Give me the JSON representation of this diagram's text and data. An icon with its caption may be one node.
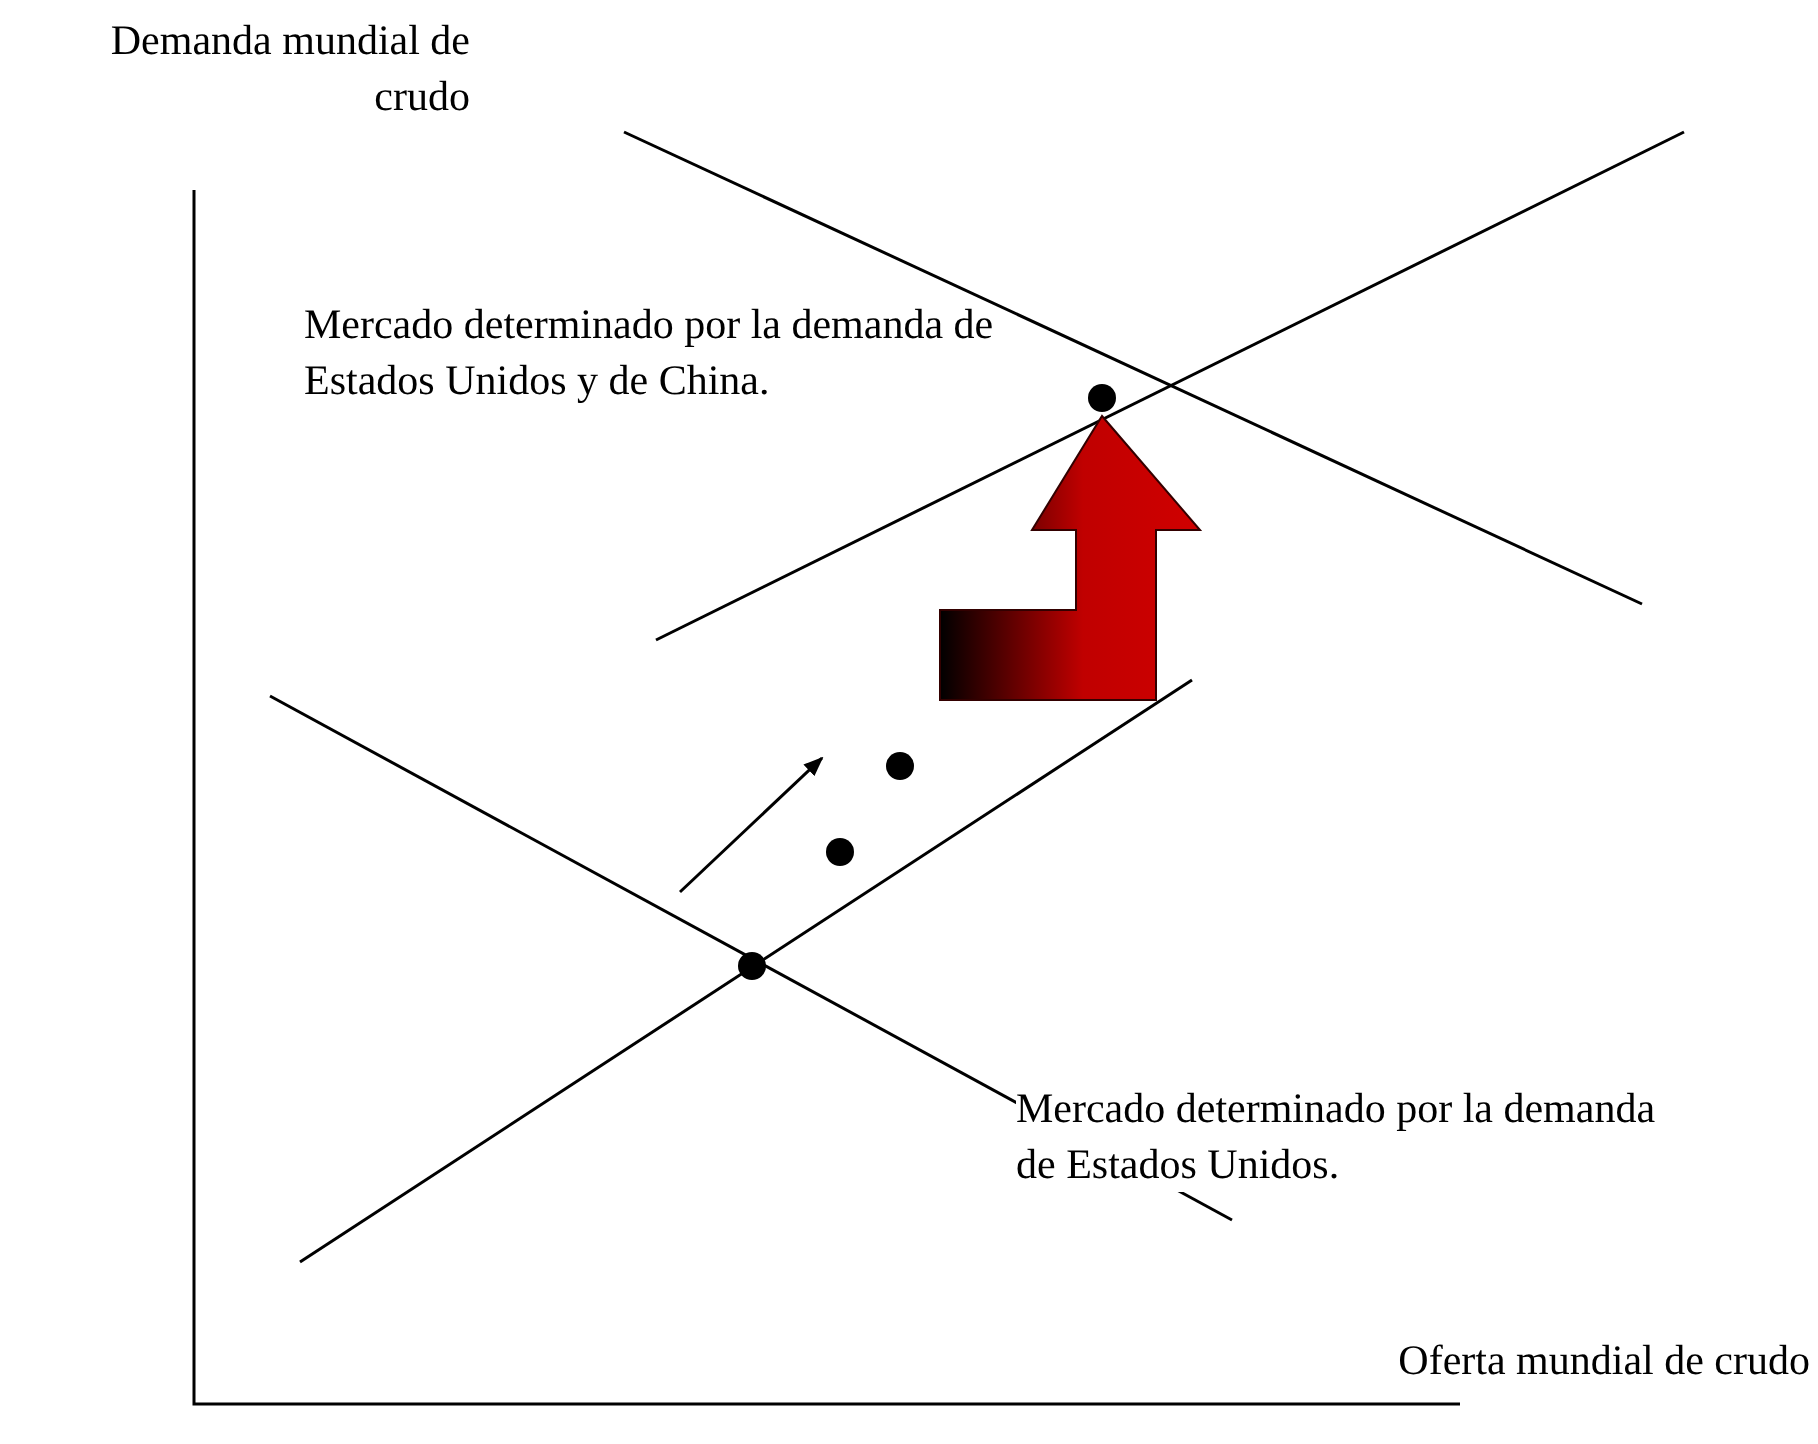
{
  "diagram": {
    "labels": [
      "Demanda mundial de crudo",
      "Mercado determinado por la demanda de Estados Unidos y de China.",
      "Mercado determinado por la demanda de Estados Unidos.",
      "Oferta mundial de crudo"
    ]
  }
}
